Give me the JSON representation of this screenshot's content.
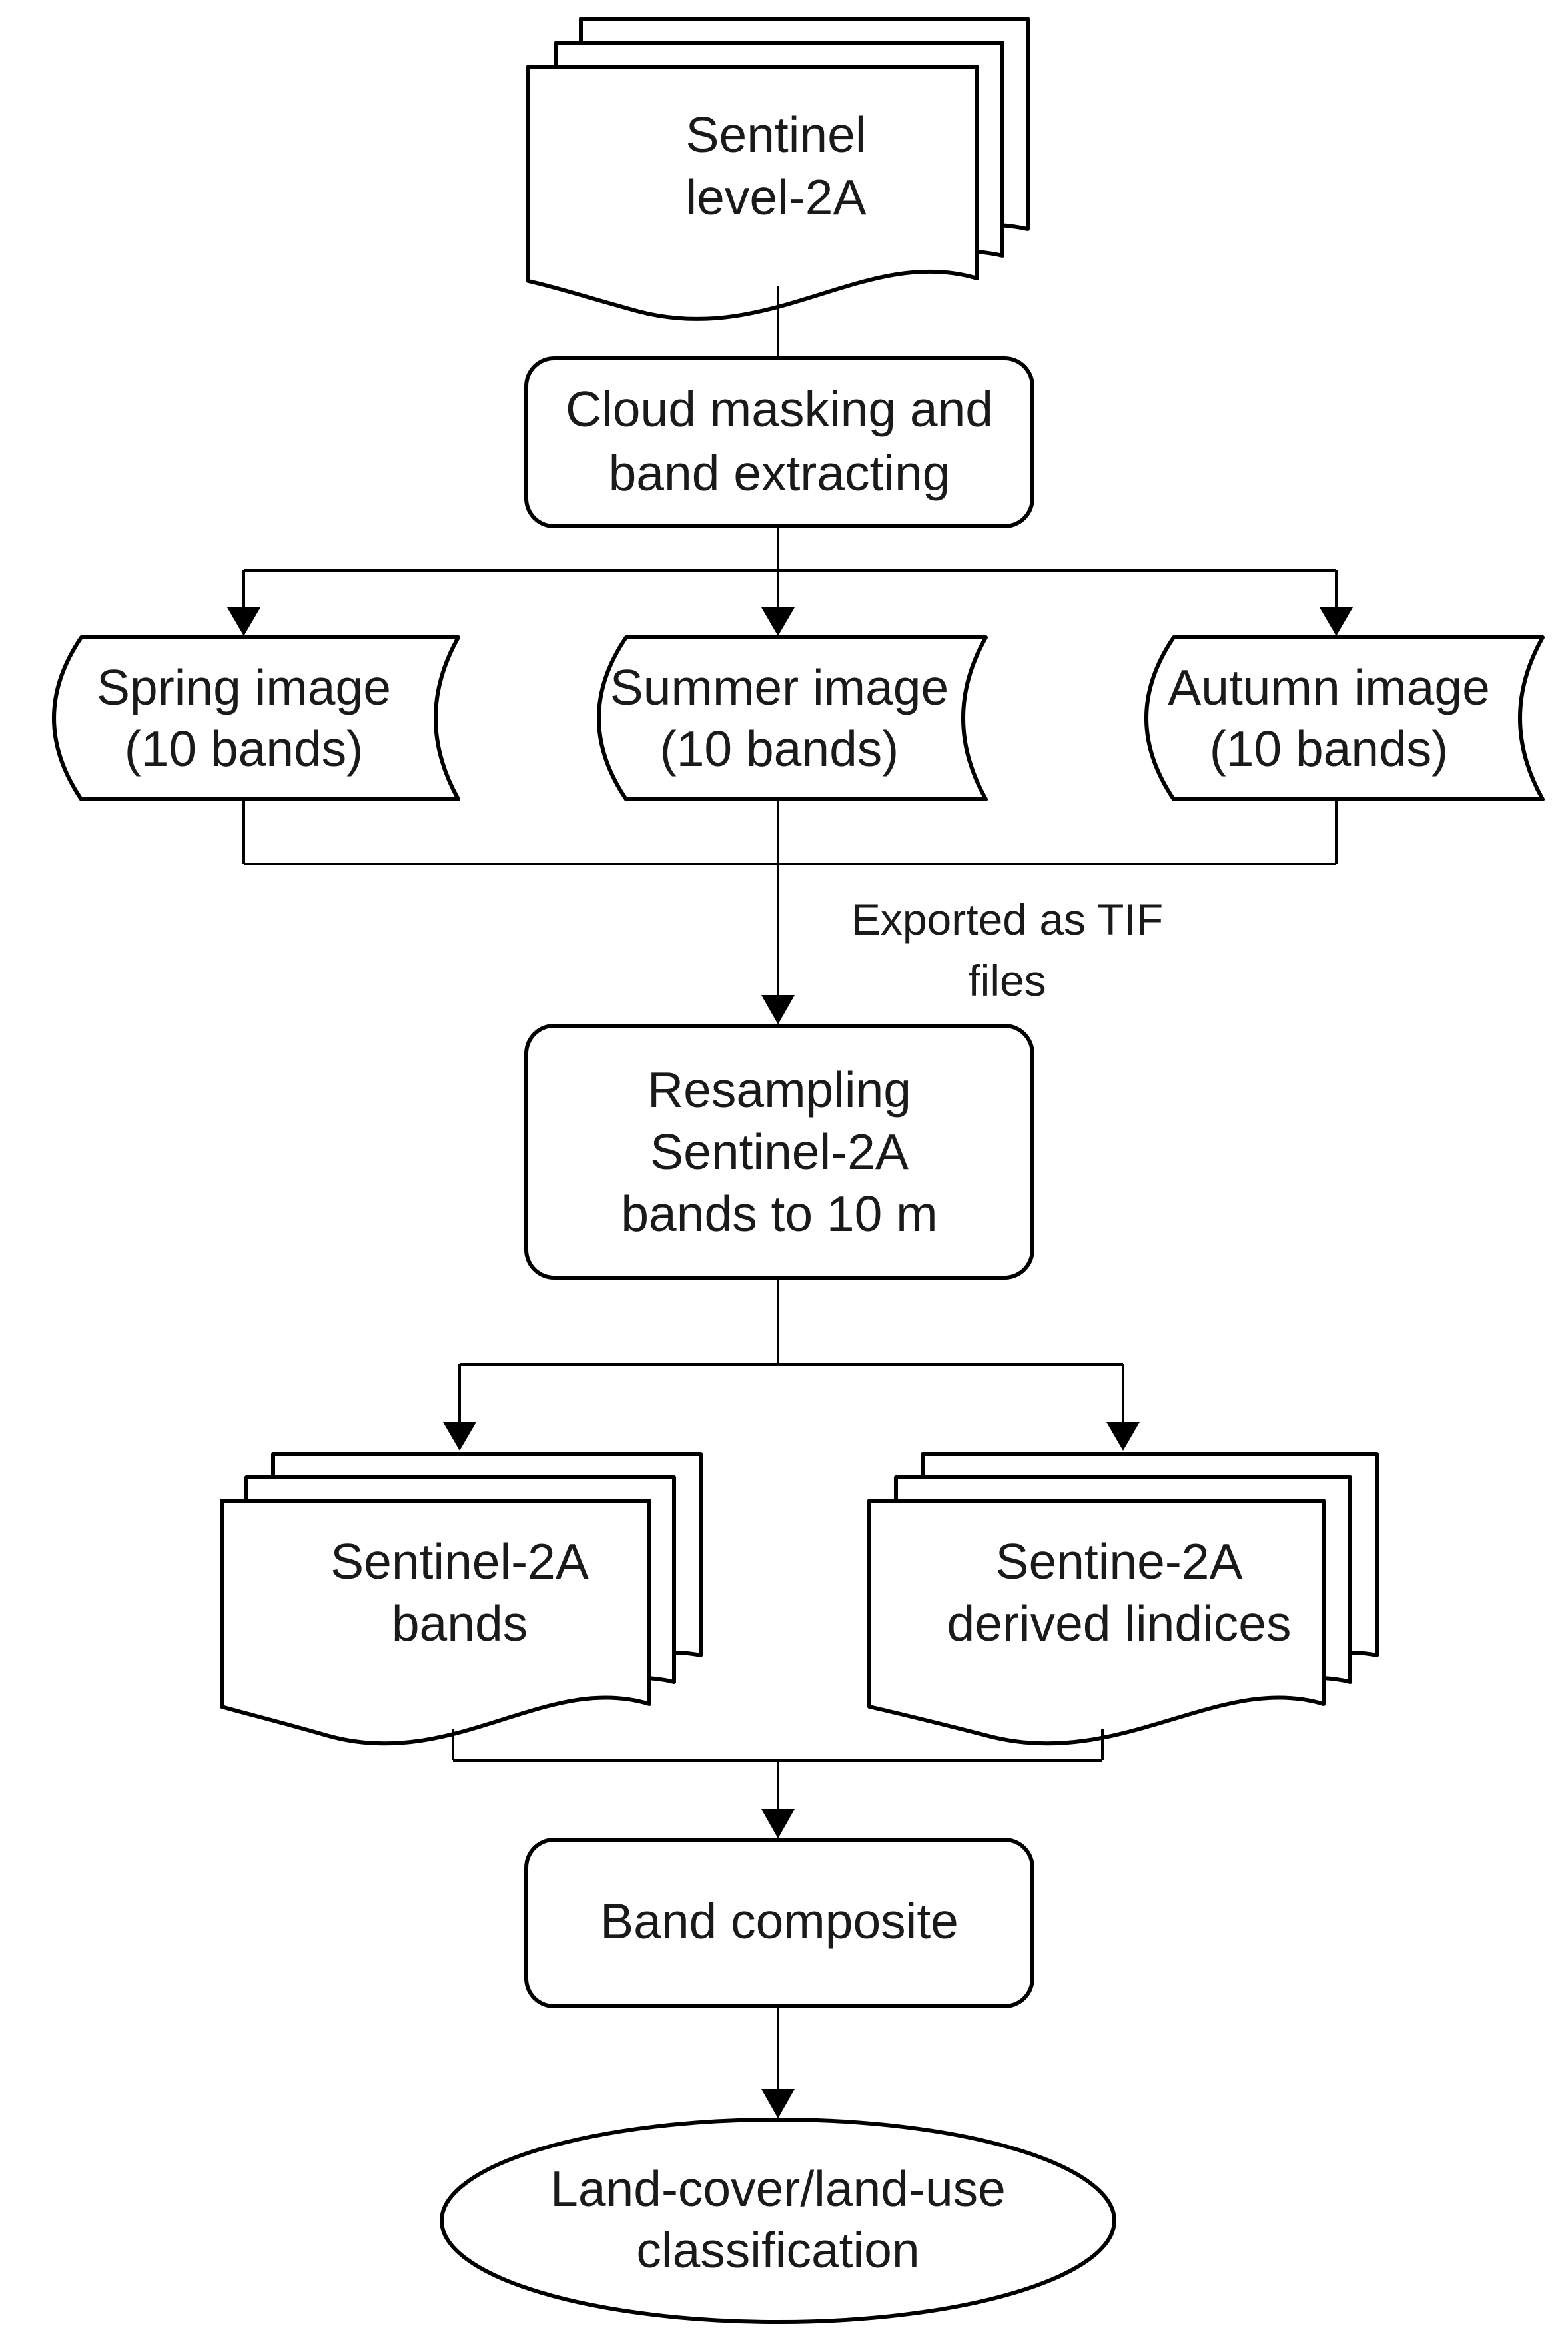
{
  "diagram": {
    "colors": {
      "stroke": "#000000",
      "fill": "#ffffff",
      "text": "#1a1a1a"
    },
    "nodes": {
      "sentinel_l2a": [
        "Sentinel",
        "level-2A"
      ],
      "cloud_masking": [
        "Cloud masking and",
        "band extracting"
      ],
      "spring": [
        "Spring image",
        "(10 bands)"
      ],
      "summer": [
        "Summer image",
        "(10 bands)"
      ],
      "autumn": [
        "Autumn image",
        "(10 bands)"
      ],
      "resampling": [
        "Resampling",
        "Sentinel-2A",
        "bands to 10 m"
      ],
      "s2_bands": [
        "Sentinel-2A",
        "bands"
      ],
      "s2_indices": [
        "Sentine-2A",
        "derived lindices"
      ],
      "band_composite": [
        "Band composite"
      ],
      "classification": [
        "Land-cover/land-use",
        "classification"
      ]
    },
    "edge_labels": {
      "export": [
        "Exported as TIF",
        "files"
      ]
    }
  }
}
